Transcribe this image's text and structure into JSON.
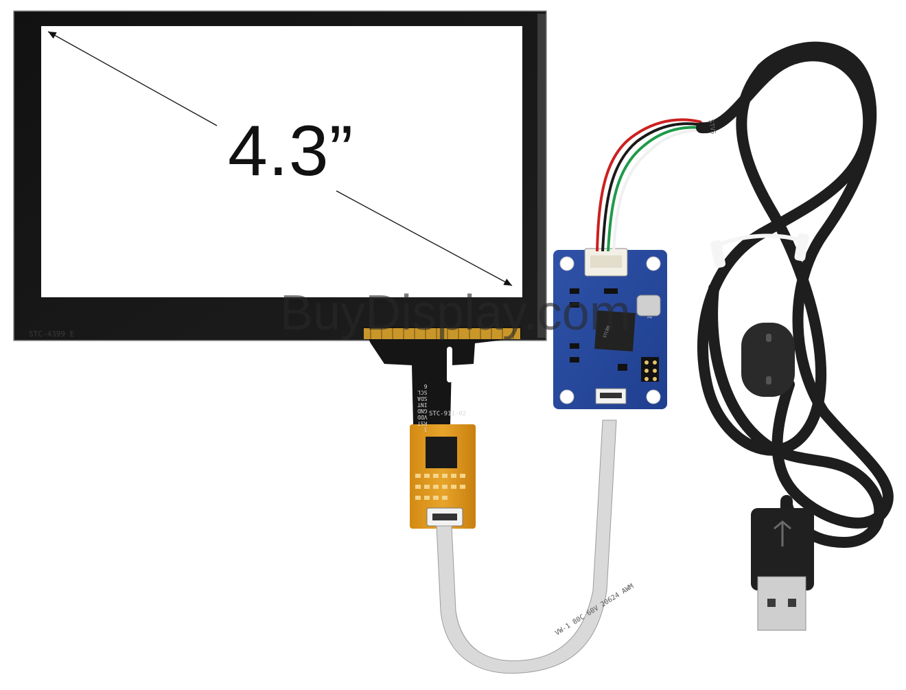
{
  "image": {
    "size_label": "4.3”",
    "watermark": "BuyDisplay.com",
    "panel_marking": "STC-4399  E",
    "fpc_marking": "STC-911-02",
    "fpc_pin_labels": "1\nRST\nVDD\nGND\nINT\nSDA\nSCL\n6",
    "cable_marking": "VW-1  80C  60V  20624  AWM",
    "crystal_marking": "12.000",
    "chip_marking": "STC8H",
    "usb_cable_marking": "STVS"
  }
}
